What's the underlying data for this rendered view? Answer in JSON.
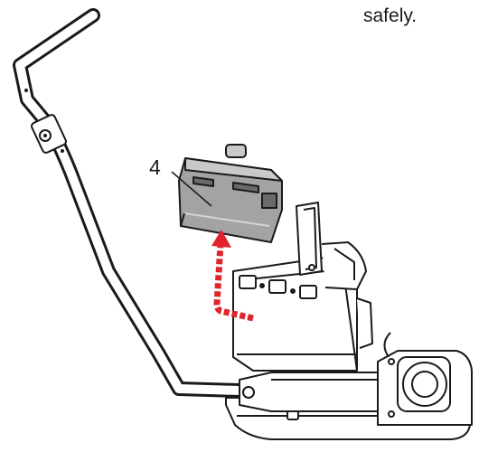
{
  "caption": "safely.",
  "callout_number": "4",
  "icons": {
    "machine": "plate-compactor-illustration",
    "battery": "battery-pack-icon",
    "arrow": "removal-arrow-icon"
  },
  "colors": {
    "line": "#1a1a1a",
    "battery_body": "#a3a3a3",
    "battery_highlight": "#c9c9c9",
    "machine_fill": "#ffffff",
    "arrow": "#e0242b"
  }
}
